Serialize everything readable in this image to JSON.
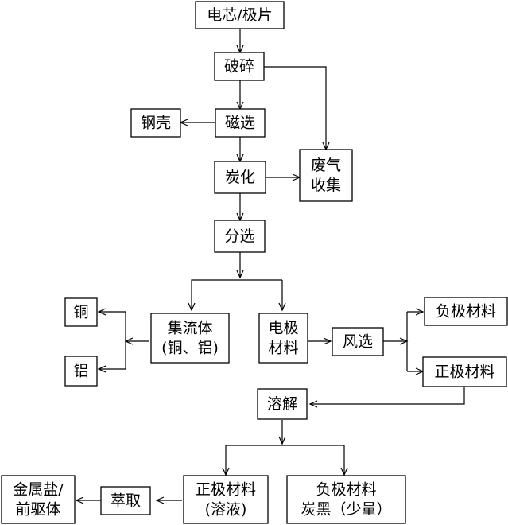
{
  "nodes": {
    "cell": {
      "lines": [
        "电芯/极片"
      ]
    },
    "crush": {
      "lines": [
        "破碎"
      ]
    },
    "magnetic": {
      "lines": [
        "磁选"
      ]
    },
    "steel": {
      "lines": [
        "钢壳"
      ]
    },
    "carbonize": {
      "lines": [
        "炭化"
      ]
    },
    "gas": {
      "lines": [
        "废气",
        "收集"
      ]
    },
    "sort": {
      "lines": [
        "分选"
      ]
    },
    "collector": {
      "lines": [
        "集流体",
        "(铜、铝)"
      ]
    },
    "copper": {
      "lines": [
        "铜"
      ]
    },
    "aluminum": {
      "lines": [
        "铝"
      ]
    },
    "electrode": {
      "lines": [
        "电极",
        "材料"
      ]
    },
    "wind": {
      "lines": [
        "风选"
      ]
    },
    "anode": {
      "lines": [
        "负极材料"
      ]
    },
    "cathode": {
      "lines": [
        "正极材料"
      ]
    },
    "dissolve": {
      "lines": [
        "溶解"
      ]
    },
    "cathode_sol": {
      "lines": [
        "正极材料",
        "(溶液)"
      ]
    },
    "anode_black": {
      "lines": [
        "负极材料",
        "炭黑（少量）"
      ]
    },
    "extract": {
      "lines": [
        "萃取"
      ]
    },
    "salt": {
      "lines": [
        "金属盐/",
        "前驱体"
      ]
    }
  }
}
